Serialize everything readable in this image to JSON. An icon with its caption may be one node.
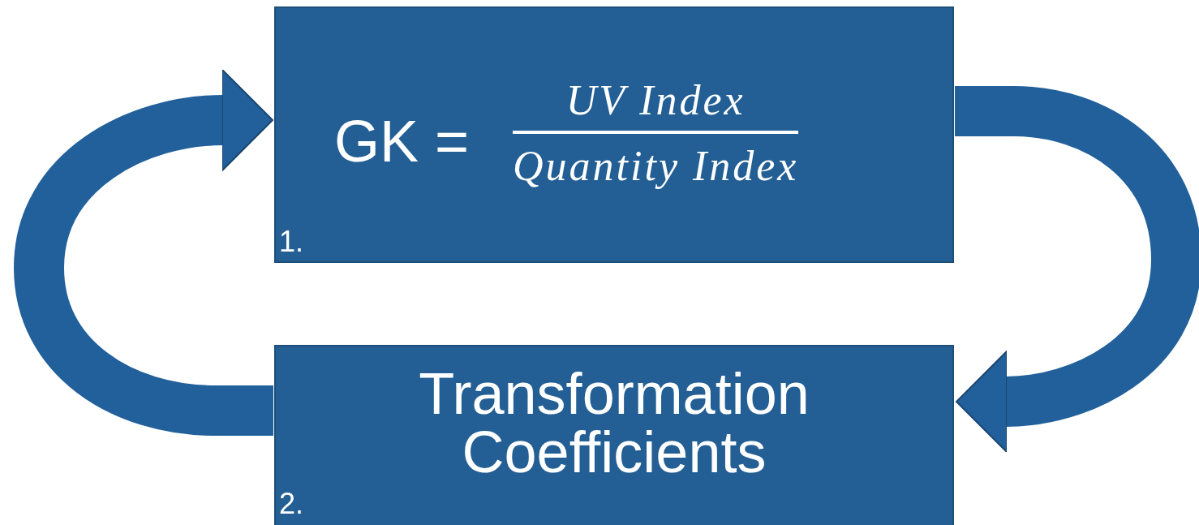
{
  "diagram": {
    "nodes": [
      {
        "text": [
          "GK =",
          "UV Index",
          "Quantity Index",
          "1."
        ]
      },
      {
        "text": [
          "Transformation Coefficients",
          "2."
        ]
      }
    ],
    "edges": [
      {
        "from": 0,
        "to": 1,
        "arrow": "to"
      },
      {
        "from": 1,
        "to": 0,
        "arrow": "to"
      }
    ]
  }
}
